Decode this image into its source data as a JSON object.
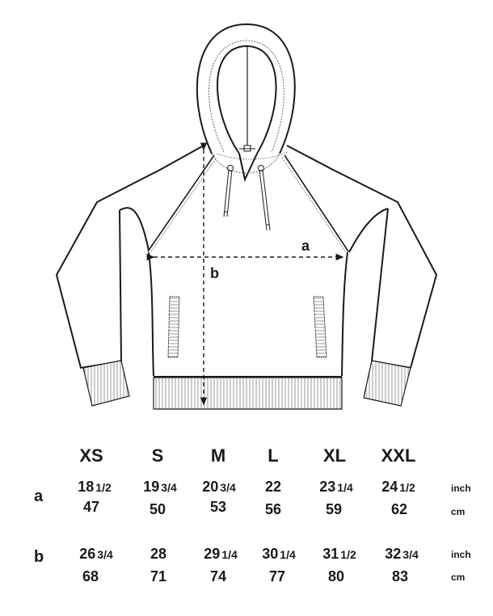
{
  "diagram": {
    "subject": "hoodie technical flat sketch",
    "measurement_labels": {
      "a": "a",
      "b": "b"
    },
    "colors": {
      "line": "#1a1a1a",
      "rib": "#bdbdbd",
      "fill": "#ffffff"
    }
  },
  "size_chart": {
    "sizes": [
      "XS",
      "S",
      "M",
      "L",
      "XL",
      "XXL"
    ],
    "rows": [
      {
        "label": "a",
        "inch": [
          {
            "whole": "18",
            "frac": "1/2"
          },
          {
            "whole": "19",
            "frac": "3/4"
          },
          {
            "whole": "20",
            "frac": "3/4"
          },
          {
            "whole": "22",
            "frac": ""
          },
          {
            "whole": "23",
            "frac": "1/4"
          },
          {
            "whole": "24",
            "frac": "1/2"
          }
        ],
        "cm": [
          "47",
          "50",
          "53",
          "56",
          "59",
          "62"
        ],
        "inch_unit": "inch",
        "cm_unit": "cm"
      },
      {
        "label": "b",
        "inch": [
          {
            "whole": "26",
            "frac": "3/4"
          },
          {
            "whole": "28",
            "frac": ""
          },
          {
            "whole": "29",
            "frac": "1/4"
          },
          {
            "whole": "30",
            "frac": "1/4"
          },
          {
            "whole": "31",
            "frac": "1/2"
          },
          {
            "whole": "32",
            "frac": "3/4"
          }
        ],
        "cm": [
          "68",
          "71",
          "74",
          "77",
          "80",
          "83"
        ],
        "inch_unit": "inch",
        "cm_unit": "cm"
      }
    ]
  }
}
